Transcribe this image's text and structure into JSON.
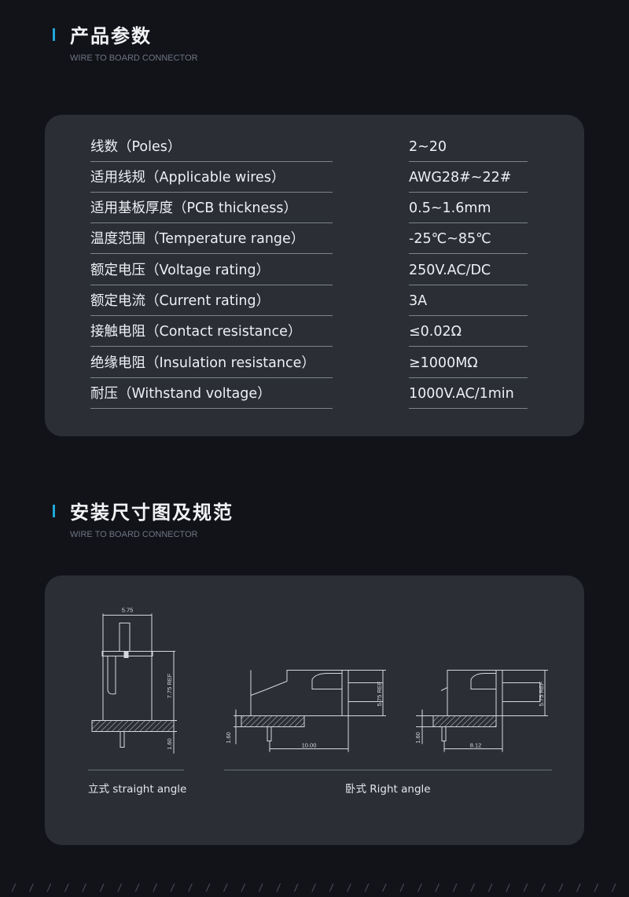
{
  "section1": {
    "title": "产品参数",
    "subtitle": "WIRE TO BOARD CONNECTOR"
  },
  "params": [
    {
      "label": "线数（Poles）",
      "value": "2~20"
    },
    {
      "label": "适用线规（Applicable wires）",
      "value": "AWG28#~22#"
    },
    {
      "label": "适用基板厚度（PCB thickness）",
      "value": "0.5~1.6mm"
    },
    {
      "label": "温度范围（Temperature range）",
      "value": "-25℃~85℃"
    },
    {
      "label": "额定电压（Voltage rating）",
      "value": "250V.AC/DC"
    },
    {
      "label": "额定电流（Current rating）",
      "value": "3A"
    },
    {
      "label": "接触电阻（Contact resistance）",
      "value": "≤0.02Ω"
    },
    {
      "label": "绝缘电阻（Insulation resistance）",
      "value": "≥1000MΩ"
    },
    {
      "label": "耐压（Withstand voltage）",
      "value": "1000V.AC/1min"
    }
  ],
  "section2": {
    "title": "安装尺寸图及规范",
    "subtitle": "WIRE TO BOARD CONNECTOR"
  },
  "drawings": {
    "straight": {
      "caption": "立式 straight angle",
      "dim_width": "5.75",
      "dim_height": "7.75 REF",
      "dim_pcb": "1.60"
    },
    "right": {
      "caption": "卧式 Right angle",
      "left_view": {
        "dim_height": "5.75 REF",
        "dim_pcb": "1.60",
        "dim_length": "10.00"
      },
      "right_view": {
        "dim_height": "5.75 REF",
        "dim_pcb": "1.60",
        "dim_length": "8.12"
      }
    }
  },
  "footer": {
    "pattern": "/ / / / / / / / / / / / / / / / / / / / / / / / / / / / / / / / / / / / / / / / / / / / / / / / / / / / / / / / / / /"
  }
}
